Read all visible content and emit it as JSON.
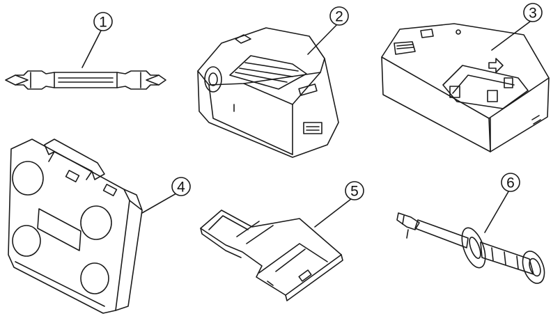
{
  "accessories": [
    {
      "number": "1"
    },
    {
      "number": "2"
    },
    {
      "number": "3"
    },
    {
      "number": "4"
    },
    {
      "number": "5"
    },
    {
      "number": "6"
    }
  ],
  "colors": {
    "line": "#1a1a1a",
    "background": "#ffffff"
  }
}
